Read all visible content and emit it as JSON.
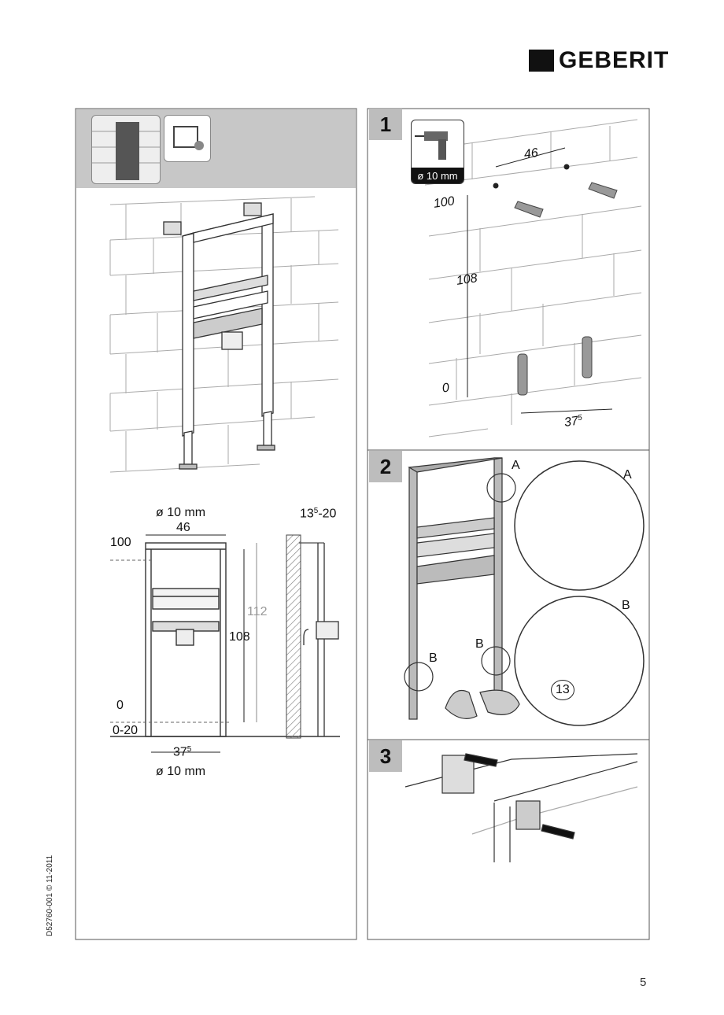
{
  "header": {
    "brand": "GEBERIT"
  },
  "footer": {
    "doc_code": "D52760-001 © 11-2011",
    "page_number": "5"
  },
  "overview": {
    "dim_diameter_top": "ø 10 mm",
    "dim_width": "46",
    "level_top": "100",
    "dim_height_total": "112",
    "dim_height": "108",
    "level_zero": "0",
    "level_floor": "0-20",
    "dim_foot_spacing": "37",
    "dim_foot_spacing_sup": "5",
    "dim_diameter_bottom": "ø 10 mm",
    "wall_gap": "13",
    "wall_gap_sup": "5",
    "wall_gap_rest": "-20"
  },
  "steps": [
    {
      "number": "1",
      "drill_label": "ø 10 mm",
      "dim_width": "46",
      "level_top": "100",
      "dim_height": "108",
      "level_zero": "0",
      "dim_foot_spacing": "37",
      "dim_foot_spacing_sup": "5"
    },
    {
      "number": "2",
      "callout_a": "A",
      "callout_a_detail": "A",
      "callout_b_left": "B",
      "callout_b_right": "B",
      "callout_b_detail": "B",
      "wrench_size": "13"
    },
    {
      "number": "3"
    }
  ]
}
